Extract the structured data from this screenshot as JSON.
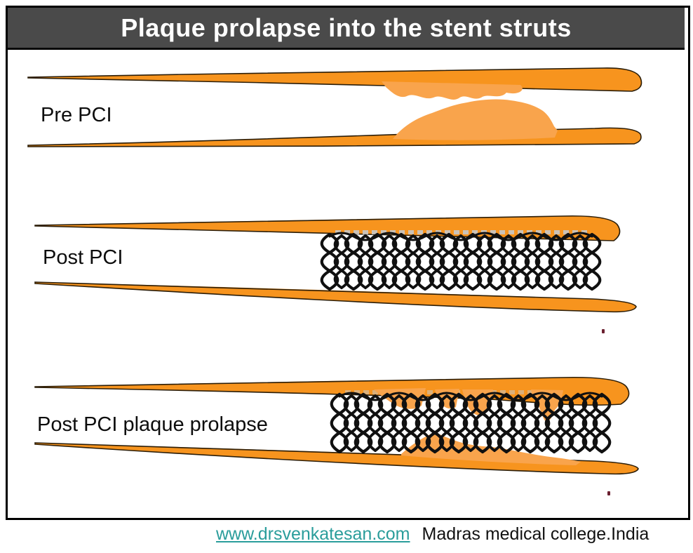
{
  "window": {
    "title": "Plaque prolapse into the stent struts"
  },
  "panels": [
    {
      "id": "pre-pci",
      "label": "Pre PCI"
    },
    {
      "id": "post-pci",
      "label": "Post PCI"
    },
    {
      "id": "post-pci-prolapse",
      "label": "Post PCI plaque prolapse"
    }
  ],
  "footer": {
    "link_text": "www.drsvenkatesan.com",
    "affiliation_text": "Madras medical college.India"
  },
  "colors": {
    "title_bar_bg": "#4a4a4a",
    "title_text": "#ffffff",
    "vessel_wall_orange": "#F7941E",
    "plaque_orange": "#F9A44C",
    "stent_black": "#101010",
    "link_teal": "#2a9d9b",
    "marker_maroon": "#6b2030"
  }
}
